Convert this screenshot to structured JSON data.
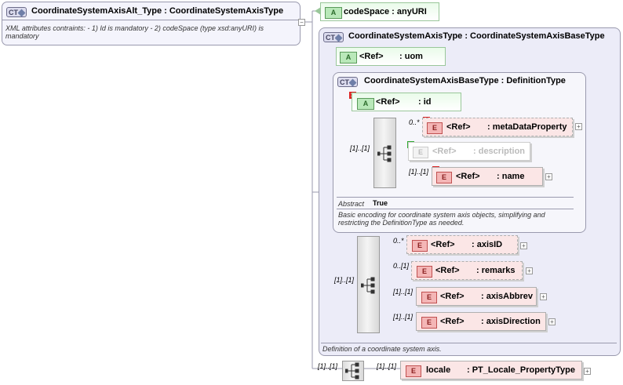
{
  "root": {
    "badge": "CT",
    "title": "CoordinateSystemAxisAlt_Type : CoordinateSystemAxisType",
    "doc": "XML attributes contraints: - 1) Id is mandatory - 2) codeSpace (type xsd:anyURI) is mandatory"
  },
  "codespace_attr": {
    "badge": "A",
    "text": "codeSpace : anyURI"
  },
  "axis_type": {
    "badge": "CT",
    "title": "CoordinateSystemAxisType : CoordinateSystemAxisBaseType",
    "uom": {
      "badge": "A",
      "ref": "<Ref>",
      "name": ": uom"
    },
    "doc": "Definition of a coordinate system axis.",
    "seq_cardinality": "[1]..[1]",
    "elements": [
      {
        "badge": "E",
        "ref": "<Ref>",
        "name": ": axisID",
        "cardinality": "0..*"
      },
      {
        "badge": "E",
        "ref": "<Ref>",
        "name": ": remarks",
        "cardinality": "0..[1]"
      },
      {
        "badge": "E",
        "ref": "<Ref>",
        "name": ": axisAbbrev",
        "cardinality": "[1]..[1]"
      },
      {
        "badge": "E",
        "ref": "<Ref>",
        "name": ": axisDirection",
        "cardinality": "[1]..[1]"
      }
    ]
  },
  "base_type": {
    "badge": "CT",
    "title": "CoordinateSystemAxisBaseType : DefinitionType",
    "id_attr": {
      "badge": "A",
      "ref": "<Ref>",
      "name": ": id"
    },
    "seq_cardinality": "[1]..[1]",
    "elements": [
      {
        "badge": "E",
        "ref": "<Ref>",
        "name": ": metaDataProperty",
        "cardinality": "0..*"
      },
      {
        "badge": "E",
        "ref": "<Ref>",
        "name": ": description",
        "cardinality": ""
      },
      {
        "badge": "E",
        "ref": "<Ref>",
        "name": ": name",
        "cardinality": "[1]..[1]"
      }
    ],
    "abstract_label": "Abstract",
    "abstract_value": "True",
    "doc": "Basic encoding for coordinate system axis objects, simplifying and restricting the DefinitionType as needed."
  },
  "outer_seq": {
    "cardinality": "[1]..[1]",
    "locale": {
      "badge": "E",
      "name": "locale",
      "type": ": PT_Locale_PropertyType",
      "cardinality": "[1]..[1]"
    }
  },
  "colors": {
    "ct_border": "#9a9aae",
    "attr_green": "#b9e8b9",
    "element_pink": "#fbe6e6",
    "prohibited_red": "#d22222",
    "added_green": "#33aa33"
  }
}
